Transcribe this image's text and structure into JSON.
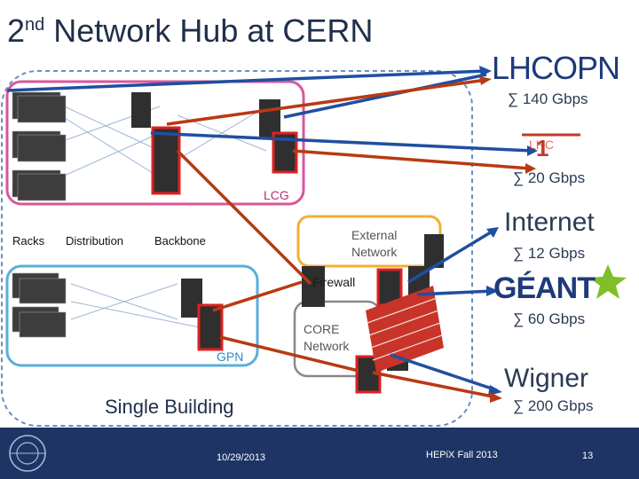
{
  "slide": {
    "title_main": "2",
    "title_sup": "nd",
    "title_rest": " Network Hub at CERN"
  },
  "zones": {
    "lcg": "LCG",
    "gpn": "GPN",
    "external": "External\nNetwork",
    "firewall": "Firewall",
    "core": "CORE\nNetwork",
    "building": "Single Building"
  },
  "tiers": {
    "racks": "Racks",
    "distribution": "Distribution",
    "backbone": "Backbone"
  },
  "links": {
    "lhcopn_logo": "LHCOPN",
    "lhcopn_bw": "∑ 140 Gbps",
    "lhcone_bw": "∑ 20 Gbps",
    "internet": "Internet",
    "internet_bw": "∑ 12 Gbps",
    "geant_logo": "GÉANT",
    "geant_bw": "∑ 60 Gbps",
    "wigner": "Wigner",
    "wigner_bw": "∑ 200 Gbps"
  },
  "footer": {
    "date": "10/29/2013",
    "event": "HEPiX Fall 2013",
    "page": "13"
  },
  "colors": {
    "lcg_border": "#d9569a",
    "gpn_border": "#5aaedc",
    "external_border": "#f0b030",
    "blue_link": "#1f4fa0",
    "red_link": "#b83a12",
    "footer_bg": "#1e3464"
  }
}
